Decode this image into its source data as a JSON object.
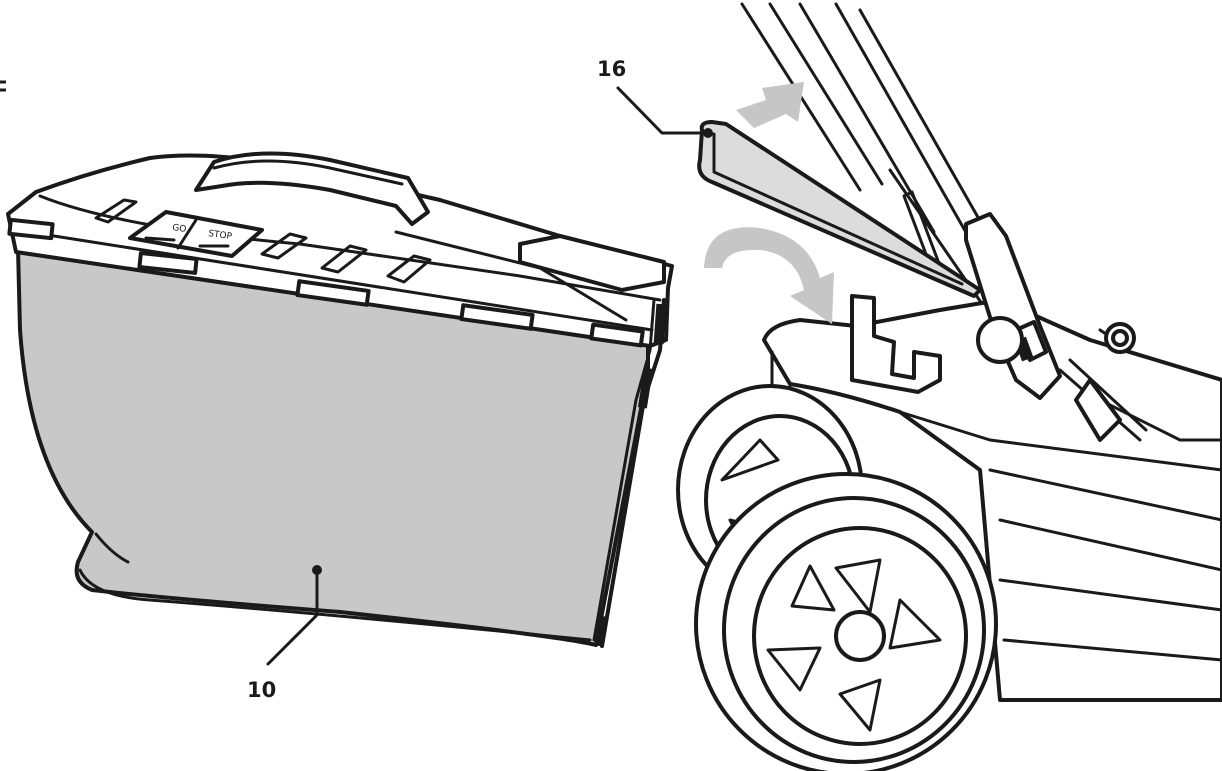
{
  "callouts": {
    "grass_bag": "10",
    "rear_flap": "16"
  },
  "bag_lid": {
    "go_label": "GO",
    "stop_label": "STOP"
  },
  "colors": {
    "line": "#1a1a1a",
    "bag_fill": "#c8c8c8",
    "arrow_fill": "#c6c6c6",
    "background": "#ffffff"
  }
}
